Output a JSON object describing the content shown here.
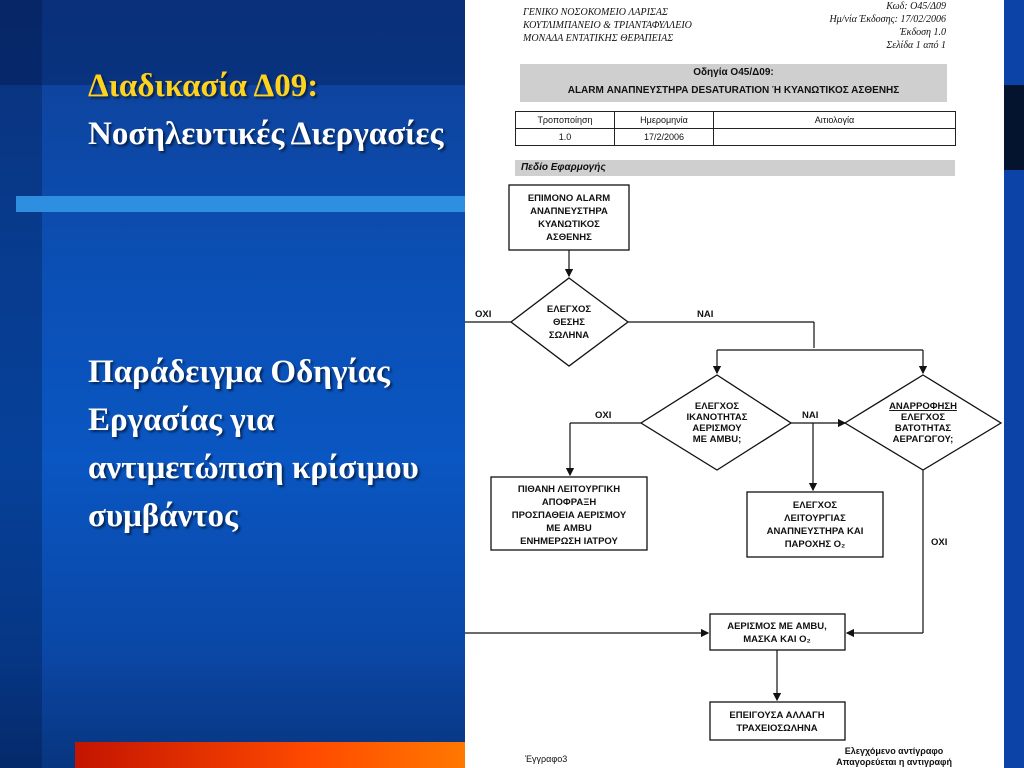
{
  "slide": {
    "title_line1": "Διαδικασία Δ09:",
    "title_line2": "Νοσηλευτικές Διεργασίες",
    "paragraph": "Παράδειγμα Οδηγίας Εργασίας για αντιμετώπιση κρίσιμου συμβάντος"
  },
  "doc": {
    "header_left": [
      "ΓΕΝΙΚΟ ΝΟΣΟΚΟΜΕΙΟ ΛΑΡΙΣΑΣ",
      "ΚΟΥΤΛΙΜΠΑΝΕΙΟ & ΤΡΙΑΝΤΑΦΥΛΛΕΙΟ",
      "ΜΟΝΑΔΑ ΕΝΤΑΤΙΚΗΣ ΘΕΡΑΠΕΙΑΣ"
    ],
    "header_right": [
      "Κωδ: Ο45/Δ09",
      "Ημ/νία Έκδοσης: 17/02/2006",
      "Έκδοση 1.0",
      "Σελίδα 1 από 1"
    ],
    "banner_line1": "Οδηγία Ο45/Δ09:",
    "banner_line2": "ALARM ΑΝΑΠΝΕΥΣΤΗΡΑ DESATURATION Ή ΚΥΑΝΩΤΙΚΟΣ ΑΣΘΕΝΗΣ",
    "table": {
      "headers": [
        "Τροποποίηση",
        "Ημερομηνία",
        "Αιτιολογία"
      ],
      "rows": [
        [
          "1.0",
          "17/2/2006",
          ""
        ]
      ]
    },
    "scope_label": "Πεδίο Εφαρμογής",
    "footer_left": "Έγγραφο3",
    "footer_right": [
      "Ελεγχόμενο αντίγραφο",
      "Απαγορεύεται η αντιγραφή"
    ]
  },
  "flow": {
    "box_alarm": [
      "ΕΠΙΜΟΝΟ ALARM",
      "ΑΝΑΠΝΕΥΣΤΗΡΑ",
      "ΚΥΑΝΩΤΙΚΟΣ",
      "ΑΣΘΕΝΗΣ"
    ],
    "dec_tube": [
      "ΕΛΕΓΧΟΣ",
      "ΘΕΣΗΣ",
      "ΣΩΛΗΝΑ"
    ],
    "label_no_1": "ΟΧΙ",
    "label_yes_1": "ΝΑΙ",
    "dec_ambu": [
      "ΕΛΕΓΧΟΣ",
      "ΙΚΑΝΟΤΗΤΑΣ",
      "ΑΕΡΙΣΜΟΥ",
      "ΜΕ AMBU;"
    ],
    "label_no_2": "ΟΧΙ",
    "label_yes_2": "ΝΑΙ",
    "dec_suction": [
      "ΑΝΑΡΡΟΦΗΣΗ",
      "ΕΛΕΓΧΟΣ",
      "ΒΑΤΟΤΗΤΑΣ",
      "ΑΕΡΑΓΩΓΟΥ;"
    ],
    "box_obstruct": [
      "ΠΙΘΑΝΗ ΛΕΙΤΟΥΡΓΙΚΗ",
      "ΑΠΟΦΡΑΞΗ",
      "ΠΡΟΣΠΑΘΕΙΑ ΑΕΡΙΣΜΟΥ",
      "ΜΕ AMBU",
      "ΕΝΗΜΕΡΩΣΗ ΙΑΤΡΟΥ"
    ],
    "box_check_vent": [
      "ΕΛΕΓΧΟΣ",
      "ΛΕΙΤΟΥΡΓΙΑΣ",
      "ΑΝΑΠΝΕΥΣΤΗΡΑ ΚΑΙ",
      "ΠΑΡΟΧΗΣ Ο₂"
    ],
    "label_no_3": "ΟΧΙ",
    "box_ambu_mask": [
      "ΑΕΡΙΣΜΟΣ ΜΕ AMBU,",
      "ΜΑΣΚΑ ΚΑΙ Ο₂"
    ],
    "box_urgent": [
      "ΕΠΕΙΓΟΥΣΑ ΑΛΛΑΓΗ",
      "ΤΡΑΧΕΙΟΣΩΛΗΝΑ"
    ]
  }
}
